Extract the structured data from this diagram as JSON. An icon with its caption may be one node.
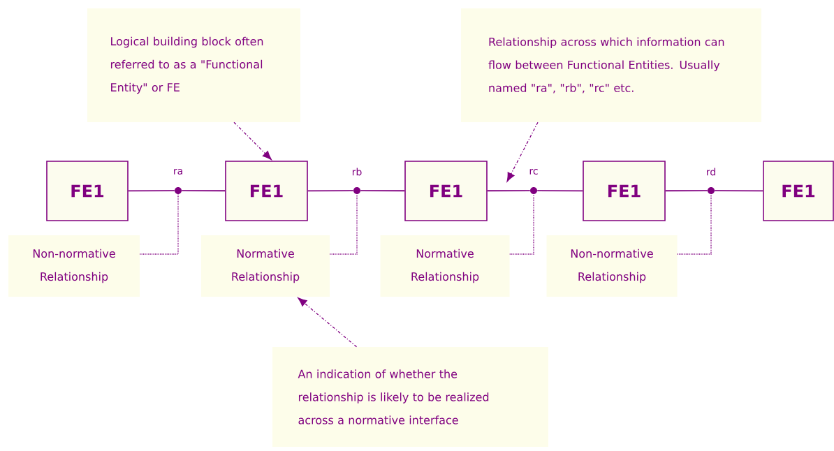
{
  "diagram": {
    "nodes": [
      {
        "text": [
          "FE1"
        ]
      },
      {
        "text": [
          "FE1"
        ]
      },
      {
        "text": [
          "FE1"
        ]
      },
      {
        "text": [
          "FE1"
        ]
      },
      {
        "text": [
          "FE1"
        ]
      },
      {
        "text": [],
        "shape": "circle",
        "beside": [
          "ra"
        ]
      },
      {
        "text": [],
        "shape": "circle",
        "beside": [
          "rb"
        ]
      },
      {
        "text": [],
        "shape": "circle",
        "beside": [
          "rc"
        ]
      },
      {
        "text": [],
        "shape": "circle",
        "beside": [
          "rd"
        ]
      },
      {
        "text": [
          "Logical building block often referred to as a \"Functional Entity\" or FE"
        ]
      },
      {
        "text": [
          "Relationship across which information can flow between Functional Entities. Usually named \"ra\", \"rb\", \"rc\" etc."
        ]
      },
      {
        "text": [
          "Non-normative Relationship"
        ]
      },
      {
        "text": [
          "Normative Relationship"
        ]
      },
      {
        "text": [
          "Normative Relationship"
        ]
      },
      {
        "text": [
          "Non-normative Relationship"
        ]
      },
      {
        "text": [
          "An indication of whether the relationship is likely to be realized across a normative interface"
        ]
      }
    ],
    "edges": [
      {
        "from": 0,
        "to": 5,
        "arrow": "none"
      },
      {
        "from": 5,
        "to": 1,
        "arrow": "none"
      },
      {
        "from": 1,
        "to": 6,
        "arrow": "none"
      },
      {
        "from": 6,
        "to": 2,
        "arrow": "none"
      },
      {
        "from": 2,
        "to": 7,
        "arrow": "none"
      },
      {
        "from": 7,
        "to": 3,
        "arrow": "none"
      },
      {
        "from": 3,
        "to": 8,
        "arrow": "none"
      },
      {
        "from": 8,
        "to": 4,
        "arrow": "none"
      },
      {
        "from": 11,
        "to": 5,
        "arrow": "none",
        "style": "dashed"
      },
      {
        "from": 12,
        "to": 6,
        "arrow": "none",
        "style": "dashed"
      },
      {
        "from": 13,
        "to": 7,
        "arrow": "none",
        "style": "dashed"
      },
      {
        "from": 14,
        "to": 8,
        "arrow": "none",
        "style": "dashed"
      },
      {
        "from": 9,
        "to": 1,
        "arrow": "to",
        "style": "dashed"
      },
      {
        "from": 10,
        "to": null,
        "arrow": "to",
        "style": "dashed"
      },
      {
        "from": 15,
        "to": 12,
        "arrow": "to",
        "style": "dashed"
      }
    ]
  }
}
